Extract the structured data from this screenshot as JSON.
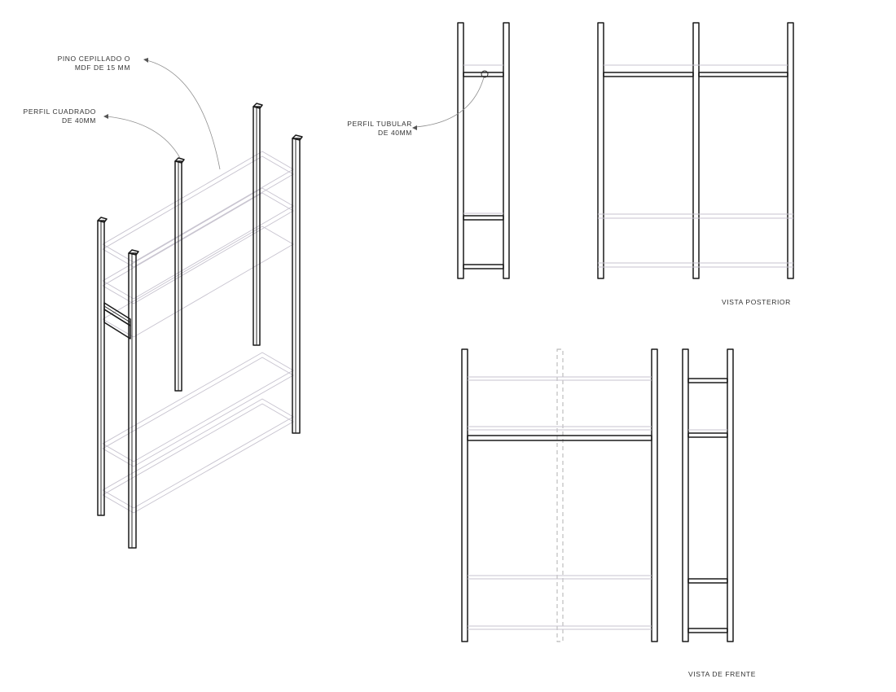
{
  "annotations": {
    "material_board": {
      "line1": "PINO CEPILLADO O",
      "line2": "MDF DE 15 MM"
    },
    "square_profile": {
      "line1": "PERFIL CUADRADO",
      "line2": "DE 40MM"
    },
    "tubular_profile": {
      "line1": "PERFIL TUBULAR",
      "line2": "DE 40MM"
    }
  },
  "views": {
    "rear_view_title": "VISTA POSTERIOR",
    "front_view_title": "VISTA DE FRENTE"
  },
  "colors": {
    "frame": "#1a1a1a",
    "shelf": "#c7c3cf",
    "leader": "#8f8f8f"
  }
}
